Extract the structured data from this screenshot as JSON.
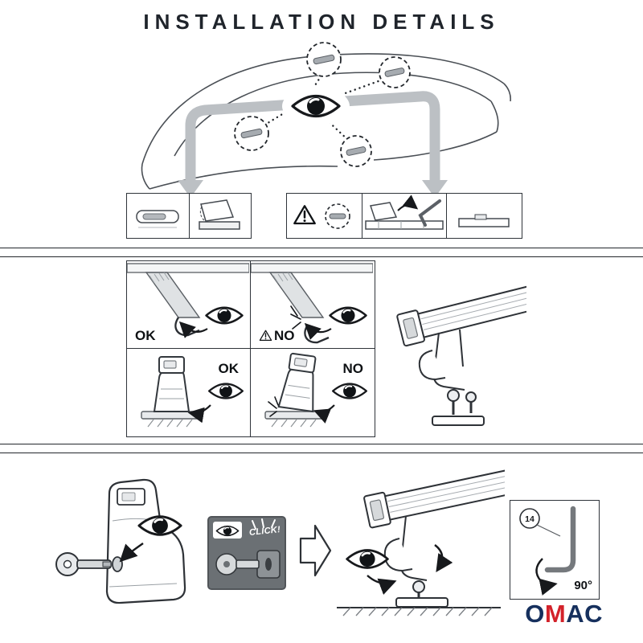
{
  "header": {
    "title": "INSTALLATION DETAILS"
  },
  "colors": {
    "ink": "#23272c",
    "sketch_gray": "#bcc0c4",
    "panel_border": "#2f343a",
    "label_black": "#0e1114",
    "logo_navy": "#16305d",
    "logo_red": "#d3222a",
    "click_box_bg": "#6b7074"
  },
  "icons": {
    "eye": "eye-icon",
    "warning": "warning-triangle-icon",
    "allen_key": "allen-key-icon",
    "key": "key-icon",
    "lock": "lock-key-icon",
    "mount_point": "mount-point-marker",
    "down_arrow": "down-arrow-icon",
    "next_arrow": "next-step-arrow"
  },
  "inspection_grid": {
    "cells": [
      {
        "id": "rail-seated",
        "label": "OK",
        "warning": false
      },
      {
        "id": "rail-gap",
        "label": "NO",
        "warning": true
      },
      {
        "id": "foot-level",
        "label": "OK",
        "warning": false
      },
      {
        "id": "foot-tilted",
        "label": "NO",
        "warning": false
      }
    ]
  },
  "bottom": {
    "click_label": "CLICK!",
    "detail": {
      "part_number": "14",
      "angle": "90°"
    }
  },
  "logo": {
    "part1": "O",
    "part2": "M",
    "part3": "AC"
  }
}
